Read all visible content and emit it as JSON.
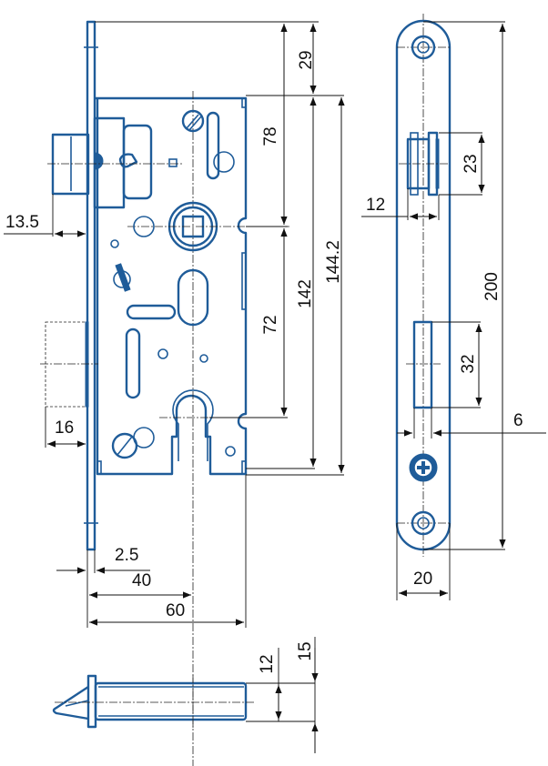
{
  "drawing": {
    "title": "Mortise lock dimension drawing",
    "line_color": "#1f5c99",
    "dimension_color": "#111111",
    "front_view": {
      "dimensions": {
        "faceplate_top_to_case": "29",
        "case_top_to_spindle": "78",
        "spindle_to_cylinder": "72",
        "case_height": "142",
        "case_height_overall": "144.2",
        "latch_projection": "13.5",
        "deadbolt_projection": "16",
        "faceplate_thickness": "2.5",
        "backset": "40",
        "case_depth": "60"
      }
    },
    "strike_plate": {
      "dimensions": {
        "latch_opening_height": "23",
        "latch_opening_width": "12",
        "plate_height": "200",
        "bolt_opening_height": "32",
        "bolt_opening_width": "6",
        "plate_width": "20"
      }
    },
    "bottom_view": {
      "dimensions": {
        "case_thickness": "12",
        "faceplate_width": "15"
      }
    }
  }
}
